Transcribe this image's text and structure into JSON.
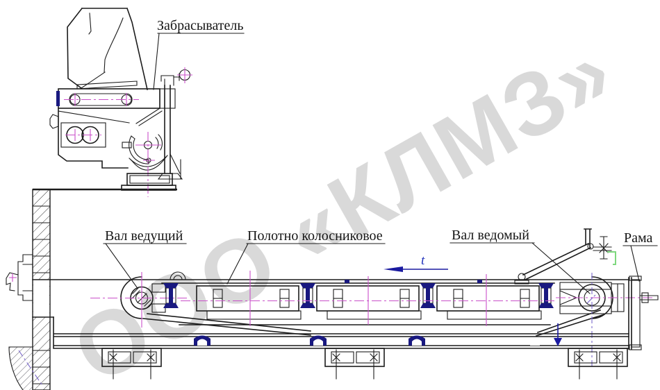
{
  "drawing": {
    "type": "engineering-assembly-side-view",
    "labels": {
      "thrower": "Забрасыватель",
      "drive_shaft": "Вал ведущий",
      "grate_belt": "Полотно колосниковое",
      "driven_shaft": "Вал ведомый",
      "frame": "Рама",
      "belt_direction": "t"
    },
    "watermark": {
      "text": "ООО «КЛМЗ»",
      "color": "#d9d9d9"
    },
    "colors": {
      "line": "#1c1c1c",
      "centerline_magenta": "#c94fc9",
      "roller_navy": "#191980",
      "direction_arrow_blue": "#1a1aa0",
      "direction_symbol_blue": "#2233bb",
      "tensioner_bracket_green": "#7ed87e",
      "auxiliary_violet": "#7b68cc",
      "watermark_gray": "#d9d9d9"
    }
  }
}
